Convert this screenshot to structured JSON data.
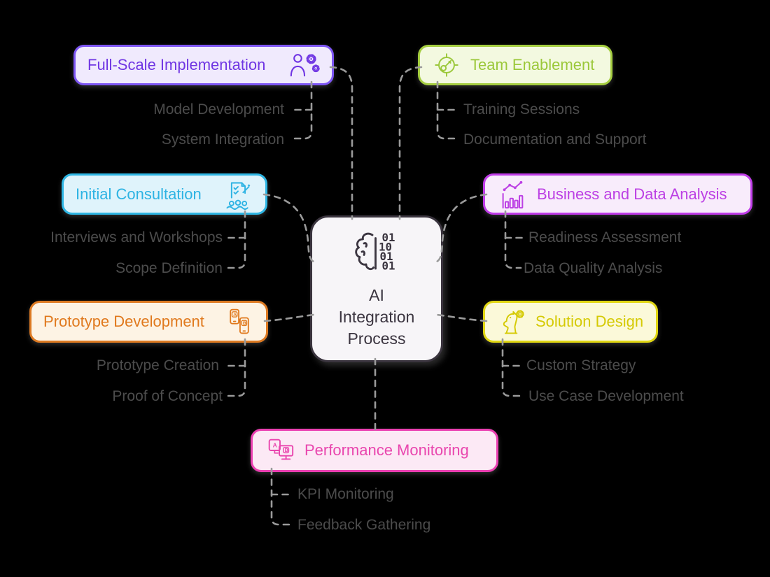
{
  "diagram_title": "AI Integration Process",
  "background": "#000000",
  "center": {
    "lines": [
      "AI",
      "Integration",
      "Process"
    ],
    "icon": "brain-binary-icon",
    "binary_rows": [
      "01",
      "10",
      "01",
      "01"
    ],
    "colors": {
      "bg": "#f7f5f8",
      "border": "#3a343e",
      "text": "#3b3540"
    }
  },
  "connectors": {
    "color": "#9a9a9a",
    "style": "dashed"
  },
  "child_label_color": "#4c4c4c",
  "icons": {
    "ab_letters": [
      "A",
      "B"
    ]
  },
  "branches": [
    {
      "id": "full-scale-implementation",
      "label": "Full-Scale Implementation",
      "icon": "person-gears-icon",
      "icon_side": "right",
      "children": [
        "Model Development",
        "System Integration"
      ],
      "colors": {
        "border": "#7d55f3",
        "bg": "#f0eafd",
        "text": "#7036e3"
      }
    },
    {
      "id": "team-enablement",
      "label": "Team Enablement",
      "icon": "target-key-icon",
      "icon_side": "left",
      "children": [
        "Training Sessions",
        "Documentation and Support"
      ],
      "colors": {
        "border": "#a4cd3f",
        "bg": "#f3f9e0",
        "text": "#9bc83a"
      }
    },
    {
      "id": "initial-consultation",
      "label": "Initial Consultation",
      "icon": "document-people-icon",
      "icon_side": "right",
      "children": [
        "Interviews and Workshops",
        "Scope Definition"
      ],
      "colors": {
        "border": "#2eb6e4",
        "bg": "#dff3fb",
        "text": "#2db3e3"
      }
    },
    {
      "id": "business-and-data-analysis",
      "label": "Business and Data Analysis",
      "icon": "bar-chart-trend-icon",
      "icon_side": "left",
      "children": [
        "Readiness Assessment",
        "Data Quality Analysis"
      ],
      "colors": {
        "border": "#c03ce8",
        "bg": "#f8ecfb",
        "text": "#bc40e4"
      }
    },
    {
      "id": "prototype-development",
      "label": "Prototype Development",
      "icon": "phones-ab-icon",
      "icon_side": "right",
      "children": [
        "Prototype Creation",
        "Proof of Concept"
      ],
      "colors": {
        "border": "#dd7a22",
        "bg": "#fdf3e4",
        "text": "#e0791d"
      }
    },
    {
      "id": "solution-design",
      "label": "Solution Design",
      "icon": "knight-gear-icon",
      "icon_side": "left",
      "children": [
        "Custom Strategy",
        "Use Case Development"
      ],
      "colors": {
        "border": "#e0d613",
        "bg": "#fbf9d9",
        "text": "#d5ca04"
      }
    },
    {
      "id": "performance-monitoring",
      "label": "Performance Monitoring",
      "icon": "monitors-ab-icon",
      "icon_side": "left",
      "children": [
        "KPI Monitoring",
        "Feedback Gathering"
      ],
      "colors": {
        "border": "#ea3fb1",
        "bg": "#fce9f5",
        "text": "#e946ae"
      }
    }
  ]
}
